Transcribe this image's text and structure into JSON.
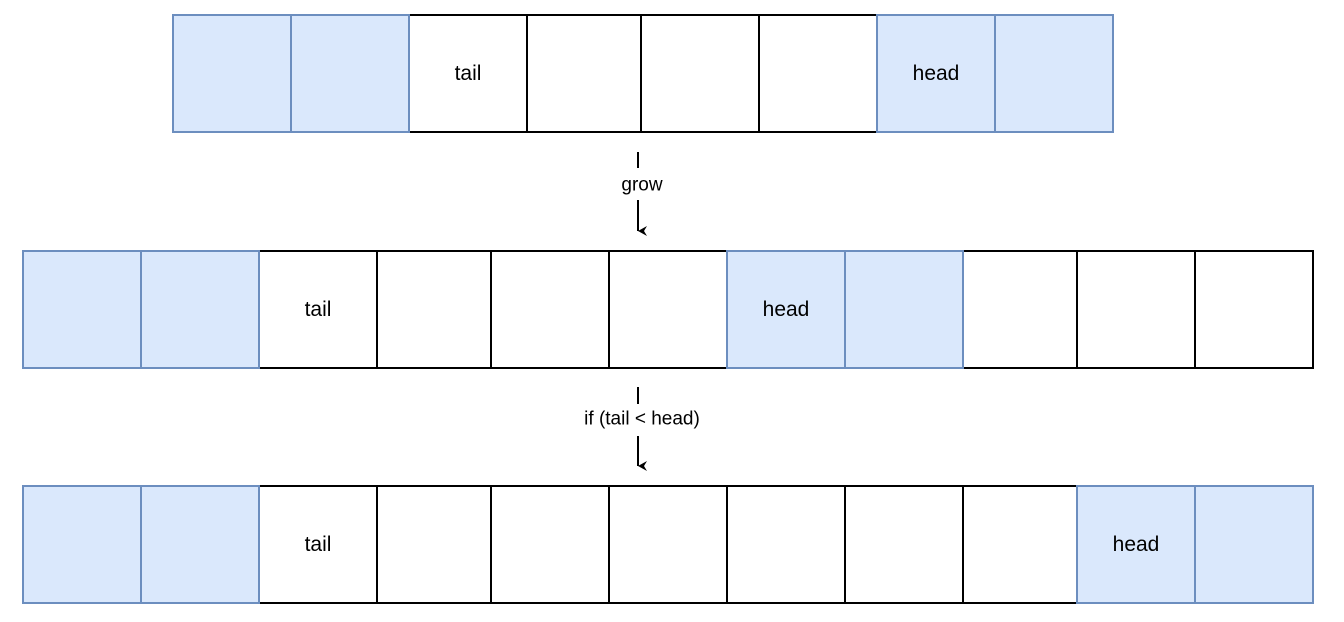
{
  "colors": {
    "highlight_fill": "#dae8fc",
    "highlight_stroke": "#6c8ebf",
    "plain_fill": "#ffffff",
    "plain_stroke": "#000000",
    "arrow": "#000000"
  },
  "arrays": [
    {
      "cells": [
        {
          "label": "",
          "highlighted": true
        },
        {
          "label": "",
          "highlighted": true
        },
        {
          "label": "tail",
          "highlighted": false
        },
        {
          "label": "",
          "highlighted": false
        },
        {
          "label": "",
          "highlighted": false
        },
        {
          "label": "",
          "highlighted": false
        },
        {
          "label": "head",
          "highlighted": true
        },
        {
          "label": "",
          "highlighted": true
        }
      ]
    },
    {
      "cells": [
        {
          "label": "",
          "highlighted": true
        },
        {
          "label": "",
          "highlighted": true
        },
        {
          "label": "tail",
          "highlighted": false
        },
        {
          "label": "",
          "highlighted": false
        },
        {
          "label": "",
          "highlighted": false
        },
        {
          "label": "",
          "highlighted": false
        },
        {
          "label": "head",
          "highlighted": true
        },
        {
          "label": "",
          "highlighted": true
        },
        {
          "label": "",
          "highlighted": false
        },
        {
          "label": "",
          "highlighted": false
        },
        {
          "label": "",
          "highlighted": false
        }
      ]
    },
    {
      "cells": [
        {
          "label": "",
          "highlighted": true
        },
        {
          "label": "",
          "highlighted": true
        },
        {
          "label": "tail",
          "highlighted": false
        },
        {
          "label": "",
          "highlighted": false
        },
        {
          "label": "",
          "highlighted": false
        },
        {
          "label": "",
          "highlighted": false
        },
        {
          "label": "",
          "highlighted": false
        },
        {
          "label": "",
          "highlighted": false
        },
        {
          "label": "",
          "highlighted": false
        },
        {
          "label": "head",
          "highlighted": true
        },
        {
          "label": "",
          "highlighted": true
        }
      ]
    }
  ],
  "arrows": [
    {
      "label": "grow"
    },
    {
      "label": "if (tail < head)"
    }
  ]
}
